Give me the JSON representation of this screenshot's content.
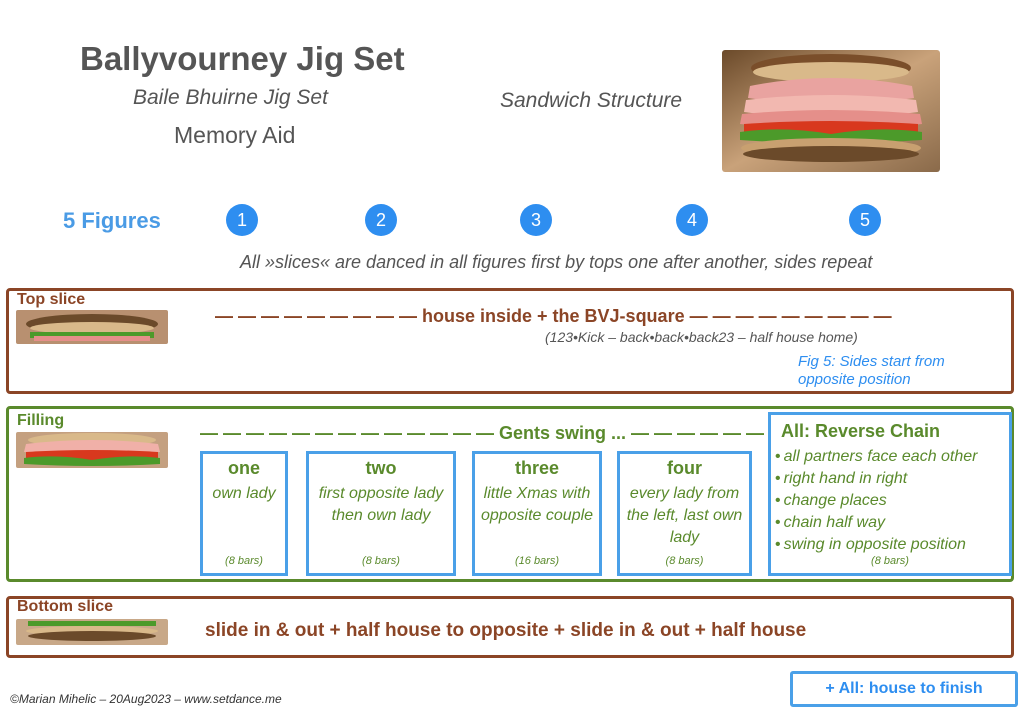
{
  "header": {
    "title": "Ballyvourney Jig Set",
    "subtitle": "Baile Bhuirne Jig Set",
    "memory_aid": "Memory Aid",
    "structure": "Sandwich Structure"
  },
  "figures": {
    "label": "5 Figures",
    "numbers": [
      "1",
      "2",
      "3",
      "4",
      "5"
    ],
    "note": "All »slices« are danced in all figures first by tops one after another, sides repeat"
  },
  "top_slice": {
    "label": "Top slice",
    "line": "— — — — — — — — —  house inside  +  the BVJ-square  — — — — — — — — —",
    "detail": "(123•Kick – back•back•back23 – half house home)",
    "fig5_note_1": "Fig 5: Sides start from",
    "fig5_note_2": "opposite position"
  },
  "filling": {
    "label": "Filling",
    "line": "— — — — — — — — — — — — —    Gents swing ...    — — — — — — — — — — —",
    "boxes": [
      {
        "title": "one",
        "text": "own lady",
        "bars": "(8 bars)"
      },
      {
        "title": "two",
        "text": "first opposite lady then own lady",
        "bars": "(8 bars)"
      },
      {
        "title": "three",
        "text": "little Xmas with opposite couple",
        "bars": "(16 bars)"
      },
      {
        "title": "four",
        "text": "every lady from the left, last own lady",
        "bars": "(8 bars)"
      }
    ],
    "chain": {
      "title": "All: Reverse Chain",
      "items": [
        "all partners face each other",
        "right hand in right",
        "change places",
        "chain half way",
        "swing in opposite position"
      ],
      "bars": "(8 bars)"
    }
  },
  "bottom_slice": {
    "label": "Bottom slice",
    "line": "slide in & out  +  half house to opposite  +  slide in & out  +  half house"
  },
  "footer": {
    "copyright": "©Marian Mihelic – 20Aug2023 – www.setdance.me",
    "finish": "+  All: house to finish"
  },
  "colors": {
    "brown": "#8b4526",
    "green": "#5a8a2c",
    "blue": "#2e8ef0"
  }
}
